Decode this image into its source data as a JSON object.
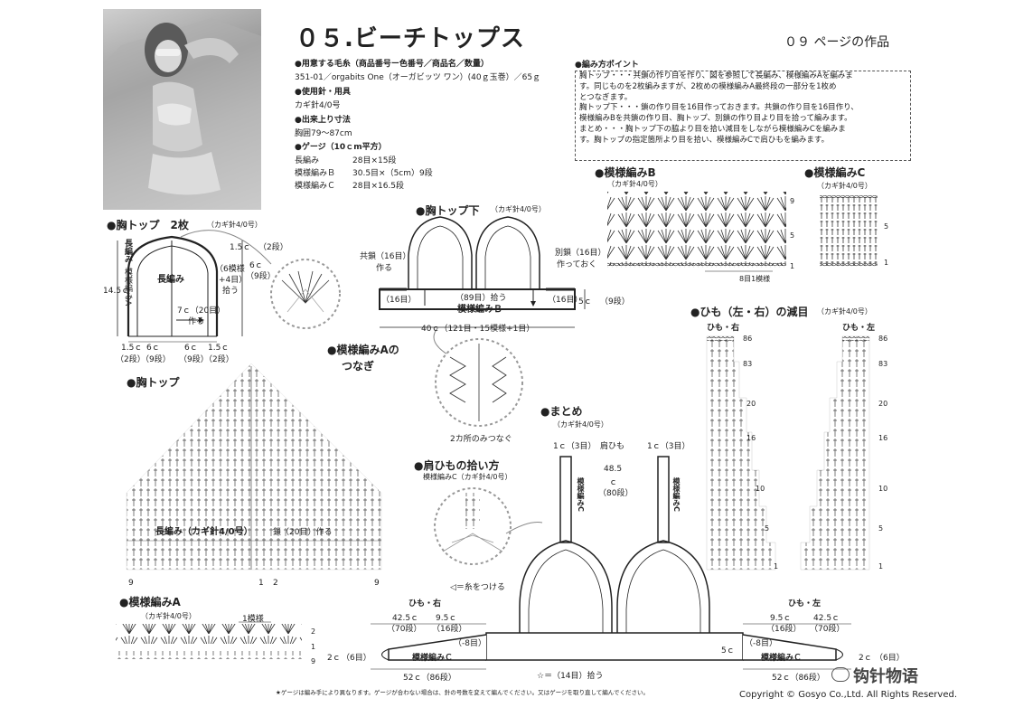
{
  "header": {
    "title": "０５.ビーチトップス",
    "page_ref": "０９ ページの作品"
  },
  "materials": {
    "yarn_h": "●用意する毛糸（商品番号ー色番号／商品名／数量）",
    "yarn": "351-01／orgabits One（オーガビッツ ワン）(40ｇ玉巻）／65ｇ",
    "needle_h": "●使用針・用具",
    "needle": "カギ針4/0号",
    "size_h": "●出来上り寸法",
    "size": "胸囲79〜87cm",
    "gauge_h": "●ゲージ（10ｃm平方）",
    "gauge": [
      {
        "name": "長編み",
        "value": "28目×15段"
      },
      {
        "name": "模様編みＢ",
        "value": "30.5目×（5cm）9段"
      },
      {
        "name": "模様編みＣ",
        "value": "28目×16.5段"
      }
    ]
  },
  "notes": {
    "heading": "●編み方ポイント",
    "lines": [
      "胸トップ・・・共鎖の作り目を作り、図を参照して長編み、模様編みAを編みま",
      "す。同じものを2枚編みますが、2枚めの模様編みA最終段の一部分を1枚め",
      "とつなぎます。",
      "胸トップ下・・・鎖の作り目を16目作っておきます。共鎖の作り目を16目作り、",
      "模様編みBを共鎖の作り目、胸トップ、別鎖の作り目より目を拾って編みます。",
      "まとめ・・・胸トップ下の脇より目を拾い減目をしながら模様編みCを編みま",
      "す。胸トップの指定箇所より目を拾い、模様編みCで肩ひもを編みます。"
    ]
  },
  "sections": {
    "mune_top2": "●胸トップ　2枚",
    "mune_top2_needle": "（カギ針4/0号）",
    "mune_top_shita": "●胸トップ下",
    "mune_top_shita_needle": "（カギ針4/0号）",
    "moyou_b": "●模様編みB",
    "moyou_b_needle": "（カギ針4/0号）",
    "moyou_c": "●模様編みC",
    "moyou_c_needle": "（カギ針4/0号）",
    "himo_decrease": "●ひも（左・右）の減目",
    "himo_decrease_needle": "（カギ針4/0号）",
    "mune_top": "●胸トップ",
    "tsunagi1": "●模様編みAの",
    "tsunagi2": "つなぎ",
    "matome": "●まとめ",
    "matome_needle": "（カギ針4/0号）",
    "katahimo_pick": "●肩ひもの拾い方",
    "katahimo_pick_sub": "模様編みC（カギ針4/0号）",
    "moyou_a": "●模様編みA",
    "moyou_a_needle": "（カギ針4/0号）"
  },
  "labels": {
    "nagaami": "長編み",
    "nagaami_v": "長編み",
    "moyou_a_v": "模様編みA",
    "h145": "14.5ｃ",
    "h15c": "1.5ｃ",
    "h2dan": "（2段）",
    "h6c": "6ｃ",
    "h9dan": "（9段）",
    "moyou6": "（6模様",
    "plus4": "+4目）",
    "hirou": "拾う",
    "c7": "7ｃ（20目）",
    "tsukuru": "作る",
    "d15a": "1.5ｃ",
    "d6a": "6ｃ",
    "d6b": "6ｃ",
    "d15b": "1.5ｃ",
    "d2a": "（2段）",
    "d9a": "（9段）",
    "d9b": "（9段）",
    "d2b": "（2段）",
    "tomo16": "共鎖（16目）",
    "tsukuru2": "作る",
    "betsu16": "別鎖（16目）",
    "tsukutteoku": "作っておく",
    "s16a": "（16目）",
    "s89": "（89目）拾う",
    "s16b": "（16目）",
    "moyou_b_lbl": "模様編みＢ",
    "c5": "5ｃ",
    "dan9": "（9段）",
    "w40": "40ｃ（121目・15模様+1目）",
    "b9": "9",
    "b5": "5",
    "b1": "1",
    "b8": "8目1模様",
    "c5a": "5",
    "c1a": "1",
    "himo_r": "ひも・右",
    "himo_l": "ひも・左",
    "r86": "86",
    "r83": "83",
    "r20": "20",
    "r16": "16",
    "r10": "10",
    "r5": "5",
    "r1": "1",
    "l86": "86",
    "l83": "83",
    "l20": "20",
    "l16": "16",
    "l10": "10",
    "l5": "5",
    "l1": "1",
    "bottom_label": "長編み（カギ針4/0号）",
    "kusari20": "鎖（20目）作る",
    "n9a": "9",
    "n1": "1",
    "n2": "2",
    "n9b": "9",
    "two_places": "2カ所のみつなぐ",
    "m1c3a": "1ｃ（3目）",
    "katahimo": "肩ひも",
    "m1c3b": "1ｃ（3目）",
    "m485": "48.5",
    "mc": "ｃ",
    "m80": "（80段）",
    "moyou_c_v": "模様編みC",
    "ito": "◁＝糸をつける",
    "hr": "ひも・右",
    "hl": "ひも・左",
    "r425": "42.5ｃ",
    "r70": "（70段）",
    "r95": "9.5ｃ",
    "r16d": "（16段）",
    "rm8": "（-8目）",
    "l95": "9.5ｃ",
    "l16d": "（16段）",
    "l425": "42.5ｃ",
    "l70": "（70段）",
    "lm8": "（-8目）",
    "c2a": "2ｃ",
    "d6r": "（6目）",
    "mcr": "模様編みＣ",
    "c52a": "52ｃ（86段）",
    "star14": "☆＝（14目）拾う",
    "c5l": "5ｃ",
    "mcl": "模様編みＣ",
    "c52b": "52ｃ（86段）",
    "c2b": "2ｃ",
    "d6l": "（6目）",
    "moyou1": "1模様",
    "a2": "2",
    "a1": "1",
    "a9": "9"
  },
  "footer": {
    "note": "★ゲージは編み手により異なります。ゲージが合わない場合は、針の号数を変えて編んでください。又はゲージを取り直して編んでください。",
    "copyright": "Copyright © Gosyo Co.,Ltd. All Rights Reserved.",
    "watermark": "钩针物语"
  }
}
